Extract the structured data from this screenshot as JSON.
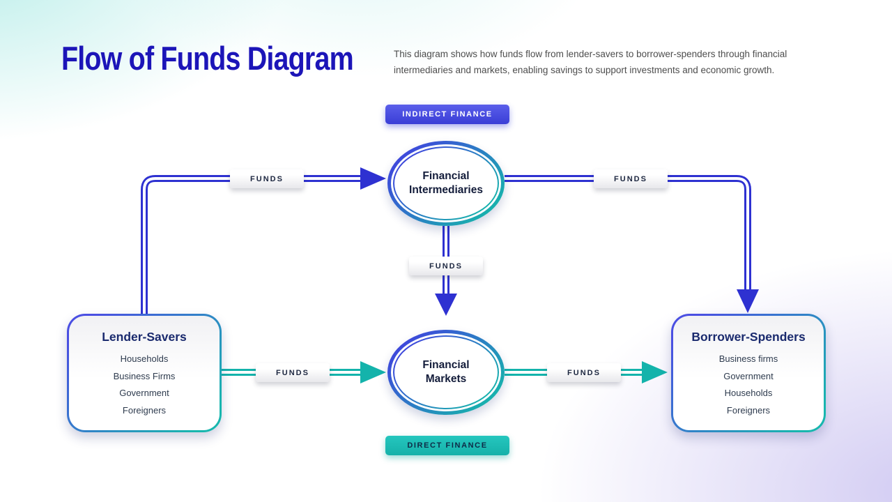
{
  "page": {
    "title": "Flow of Funds Diagram",
    "description": "This diagram shows how funds flow from lender-savers to borrower-spenders through financial intermediaries and markets, enabling savings to support investments and economic growth."
  },
  "badges": {
    "indirect": "INDIRECT FINANCE",
    "direct": "DIRECT FINANCE"
  },
  "labels": {
    "funds": "FUNDS"
  },
  "nodes": {
    "intermediaries": {
      "line1": "Financial",
      "line2": "Intermediaries"
    },
    "markets": {
      "line1": "Financial",
      "line2": "Markets"
    },
    "lender": {
      "title": "Lender-Savers",
      "items": [
        "Households",
        "Business Firms",
        "Government",
        "Foreigners"
      ]
    },
    "borrower": {
      "title": "Borrower-Spenders",
      "items": [
        "Business firms",
        "Government",
        "Households",
        "Foreigners"
      ]
    }
  },
  "colors": {
    "arrow_blue": "#2e31d1",
    "arrow_teal": "#14b3ab",
    "title_blue": "#1c15b8",
    "node_navy": "#1a2a6e",
    "badge_indirect": "#4347de",
    "badge_direct": "#1cbdb5"
  }
}
